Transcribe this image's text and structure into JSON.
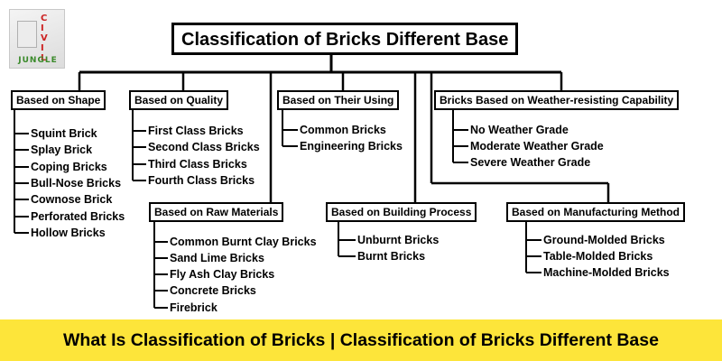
{
  "title": "Classification of Bricks Different Base",
  "logo": {
    "line1": "CIVIL",
    "line2": "JUNGLE"
  },
  "categories": [
    {
      "label": "Based on Shape",
      "items": [
        "Squint Brick",
        "Splay Brick",
        "Coping Bricks",
        "Bull-Nose Bricks",
        "Cownose Brick",
        "Perforated Bricks",
        "Hollow Bricks"
      ]
    },
    {
      "label": "Based on Quality",
      "items": [
        "First Class Bricks",
        "Second Class Bricks",
        "Third Class Bricks",
        "Fourth Class Bricks"
      ]
    },
    {
      "label": "Based on Their Using",
      "items": [
        "Common Bricks",
        "Engineering Bricks"
      ]
    },
    {
      "label": "Bricks Based on Weather-resisting Capability",
      "items": [
        "No Weather Grade",
        "Moderate Weather Grade",
        "Severe Weather Grade"
      ]
    },
    {
      "label": "Based on Raw Materials",
      "items": [
        "Common Burnt Clay Bricks",
        "Sand Lime Bricks",
        "Fly Ash Clay Bricks",
        "Concrete Bricks",
        "Firebrick"
      ]
    },
    {
      "label": "Based on Building Process",
      "items": [
        "Unburnt Bricks",
        "Burnt Bricks"
      ]
    },
    {
      "label": "Based on Manufacturing Method",
      "items": [
        "Ground-Molded Bricks",
        "Table-Molded Bricks",
        "Machine-Molded Bricks"
      ]
    }
  ],
  "banner": "What Is Classification of Bricks | Classification of Bricks Different Base"
}
